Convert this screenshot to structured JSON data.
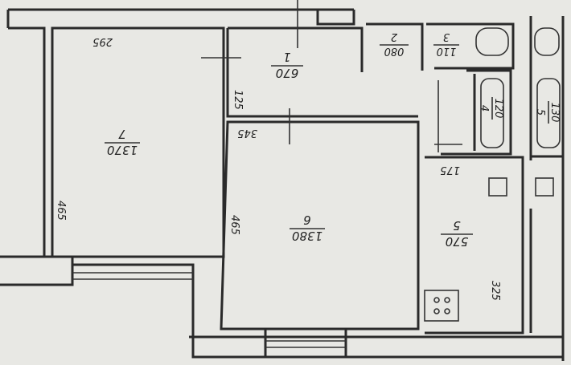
{
  "plan": {
    "orientation": "rotated 180 degrees",
    "rooms": [
      {
        "number": "7",
        "area": "1370"
      },
      {
        "number": "1",
        "area": "670"
      },
      {
        "number": "6",
        "area": "1380"
      },
      {
        "number": "2",
        "area": "080"
      },
      {
        "number": "3",
        "area": "110"
      },
      {
        "number": "4",
        "area": "120"
      },
      {
        "number": "5",
        "area": "130"
      },
      {
        "number": "5",
        "area": "570"
      }
    ],
    "dimensions": [
      "295",
      "465",
      "125",
      "345",
      "465",
      "175",
      "325"
    ]
  }
}
